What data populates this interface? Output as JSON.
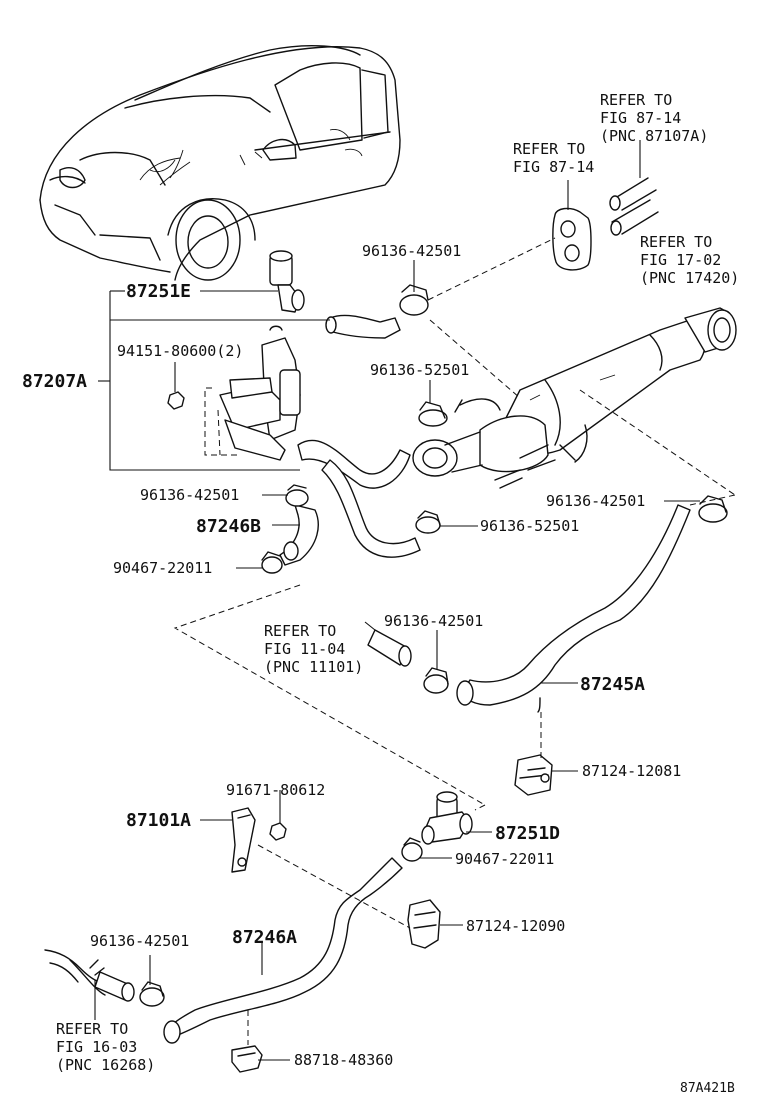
{
  "labels": {
    "ref_fig_87_14_a_line1": "REFER TO",
    "ref_fig_87_14_a_line2": "FIG 87-14",
    "ref_fig_87_14_a_line3": "(PNC 87107A)",
    "ref_fig_87_14_b_line1": "REFER TO",
    "ref_fig_87_14_b_line2": "FIG 87-14",
    "ref_fig_17_02_line1": "REFER TO",
    "ref_fig_17_02_line2": "FIG 17-02",
    "ref_fig_17_02_line3": "(PNC 17420)",
    "p96136_42501_a": "96136-42501",
    "p87251E": "87251E",
    "p87207A": "87207A",
    "p94151_80600": "94151-80600(2)",
    "p96136_52501_a": "96136-52501",
    "p96136_42501_b": "96136-42501",
    "p96136_42501_c": "96136-42501",
    "p87246B": "87246B",
    "p96136_52501_b": "96136-52501",
    "p90467_22011_a": "90467-22011",
    "ref_fig_11_04_line1": "REFER TO",
    "ref_fig_11_04_line2": "FIG 11-04",
    "ref_fig_11_04_line3": "(PNC 11101)",
    "p96136_42501_d": "96136-42501",
    "p87245A": "87245A",
    "p87124_12081": "87124-12081",
    "p91671_80612": "91671-80612",
    "p87101A": "87101A",
    "p87251D": "87251D",
    "p90467_22011_b": "90467-22011",
    "p96136_42501_e": "96136-42501",
    "p87246A": "87246A",
    "p87124_12090": "87124-12090",
    "ref_fig_16_03_line1": "REFER TO",
    "ref_fig_16_03_line2": "FIG 16-03",
    "ref_fig_16_03_line3": "(PNC 16268)",
    "p88718_48360": "88718-48360",
    "diagram_id": "87A421B"
  },
  "colors": {
    "ink": "#111111",
    "background": "#ffffff"
  }
}
